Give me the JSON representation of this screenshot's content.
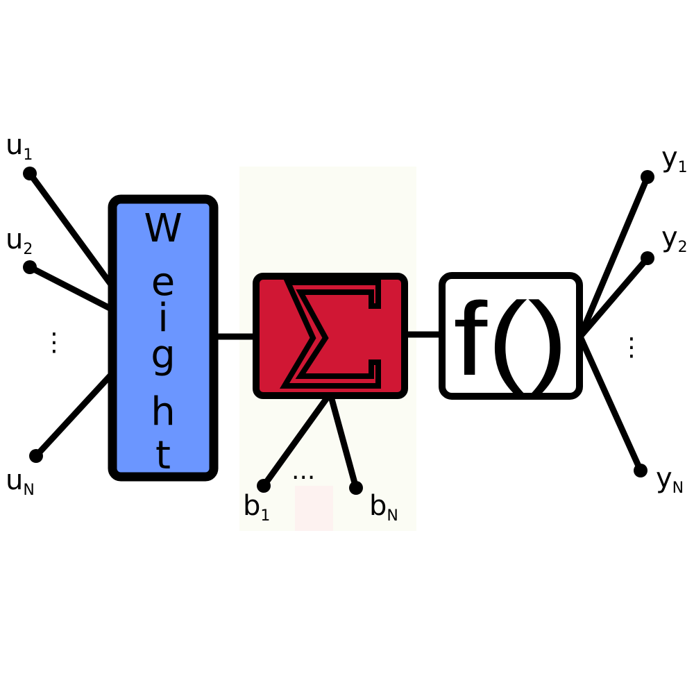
{
  "colors": {
    "weight_fill": "#6b96ff",
    "sum_fill": "#d01734",
    "func_fill": "#ffffff",
    "stroke": "#000000"
  },
  "weight_block": {
    "label": "Weight",
    "letters": [
      "W",
      "e",
      "i",
      "g",
      "h",
      "t"
    ]
  },
  "sum_block": {
    "icon": "sigma-icon"
  },
  "function_block": {
    "label": "f()"
  },
  "inputs": {
    "u1": {
      "base": "u",
      "sub": "1"
    },
    "u2": {
      "base": "u",
      "sub": "2"
    },
    "uN": {
      "base": "u",
      "sub": "N"
    },
    "dots": "⋮"
  },
  "biases": {
    "b1": {
      "base": "b",
      "sub": "1"
    },
    "bN": {
      "base": "b",
      "sub": "N"
    },
    "dots": "···"
  },
  "outputs": {
    "y1": {
      "base": "y",
      "sub": "1"
    },
    "y2": {
      "base": "y",
      "sub": "2"
    },
    "yN": {
      "base": "y",
      "sub": "N"
    },
    "dots": "⋮"
  }
}
